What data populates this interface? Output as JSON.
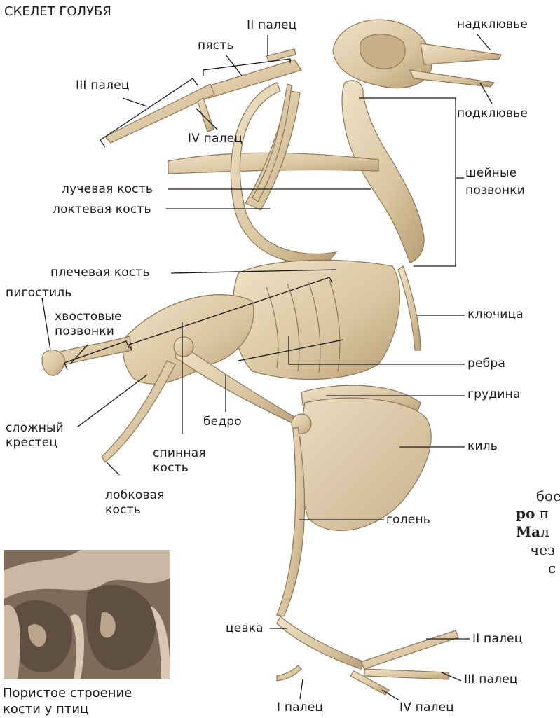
{
  "title": "СКЕЛЕТ ГОЛУБЯ",
  "labels": {
    "finger2_wing": "II палец",
    "metacarpus": "пясть",
    "finger3_wing": "III палец",
    "finger4_wing": "IV палец",
    "upper_beak": "надклювье",
    "lower_beak": "подклювье",
    "neck_vertebrae_1": "шейные",
    "neck_vertebrae_2": "позвонки",
    "radius": "лучевая кость",
    "ulna": "локтевая кость",
    "humerus": "плечевая кость",
    "pygostyle": "пигостиль",
    "tail_vertebrae_1": "хвостовые",
    "tail_vertebrae_2": "позвонки",
    "clavicle": "ключица",
    "ribs": "ребра",
    "sternum": "грудина",
    "synsacrum_1": "сложный",
    "synsacrum_2": "крестец",
    "femur": "бедро",
    "keel": "киль",
    "spine_1": "спинная",
    "spine_2": "кость",
    "pubis_1": "лобковая",
    "pubis_2": "кость",
    "tibia": "голень",
    "tarsus": "цевка",
    "foot_finger2": "II палец",
    "foot_finger3": "III палец",
    "foot_finger1": "I палец",
    "foot_finger4": "IV палец"
  },
  "caption": {
    "line1": "Пористое строение",
    "line2": "кости у птиц"
  },
  "side_text": {
    "line1": "бое",
    "line2_bold": "ро",
    "line2_rest": " п",
    "line3_bold": "Ма",
    "line3_rest": "л",
    "line4": "чез",
    "line5": "с"
  },
  "colors": {
    "bone_light": "#e8d8b8",
    "bone_mid": "#d2bd96",
    "bone_dark": "#a88d66",
    "leader_line": "#1a1a1a",
    "inset_bg": "#8a7a66"
  }
}
